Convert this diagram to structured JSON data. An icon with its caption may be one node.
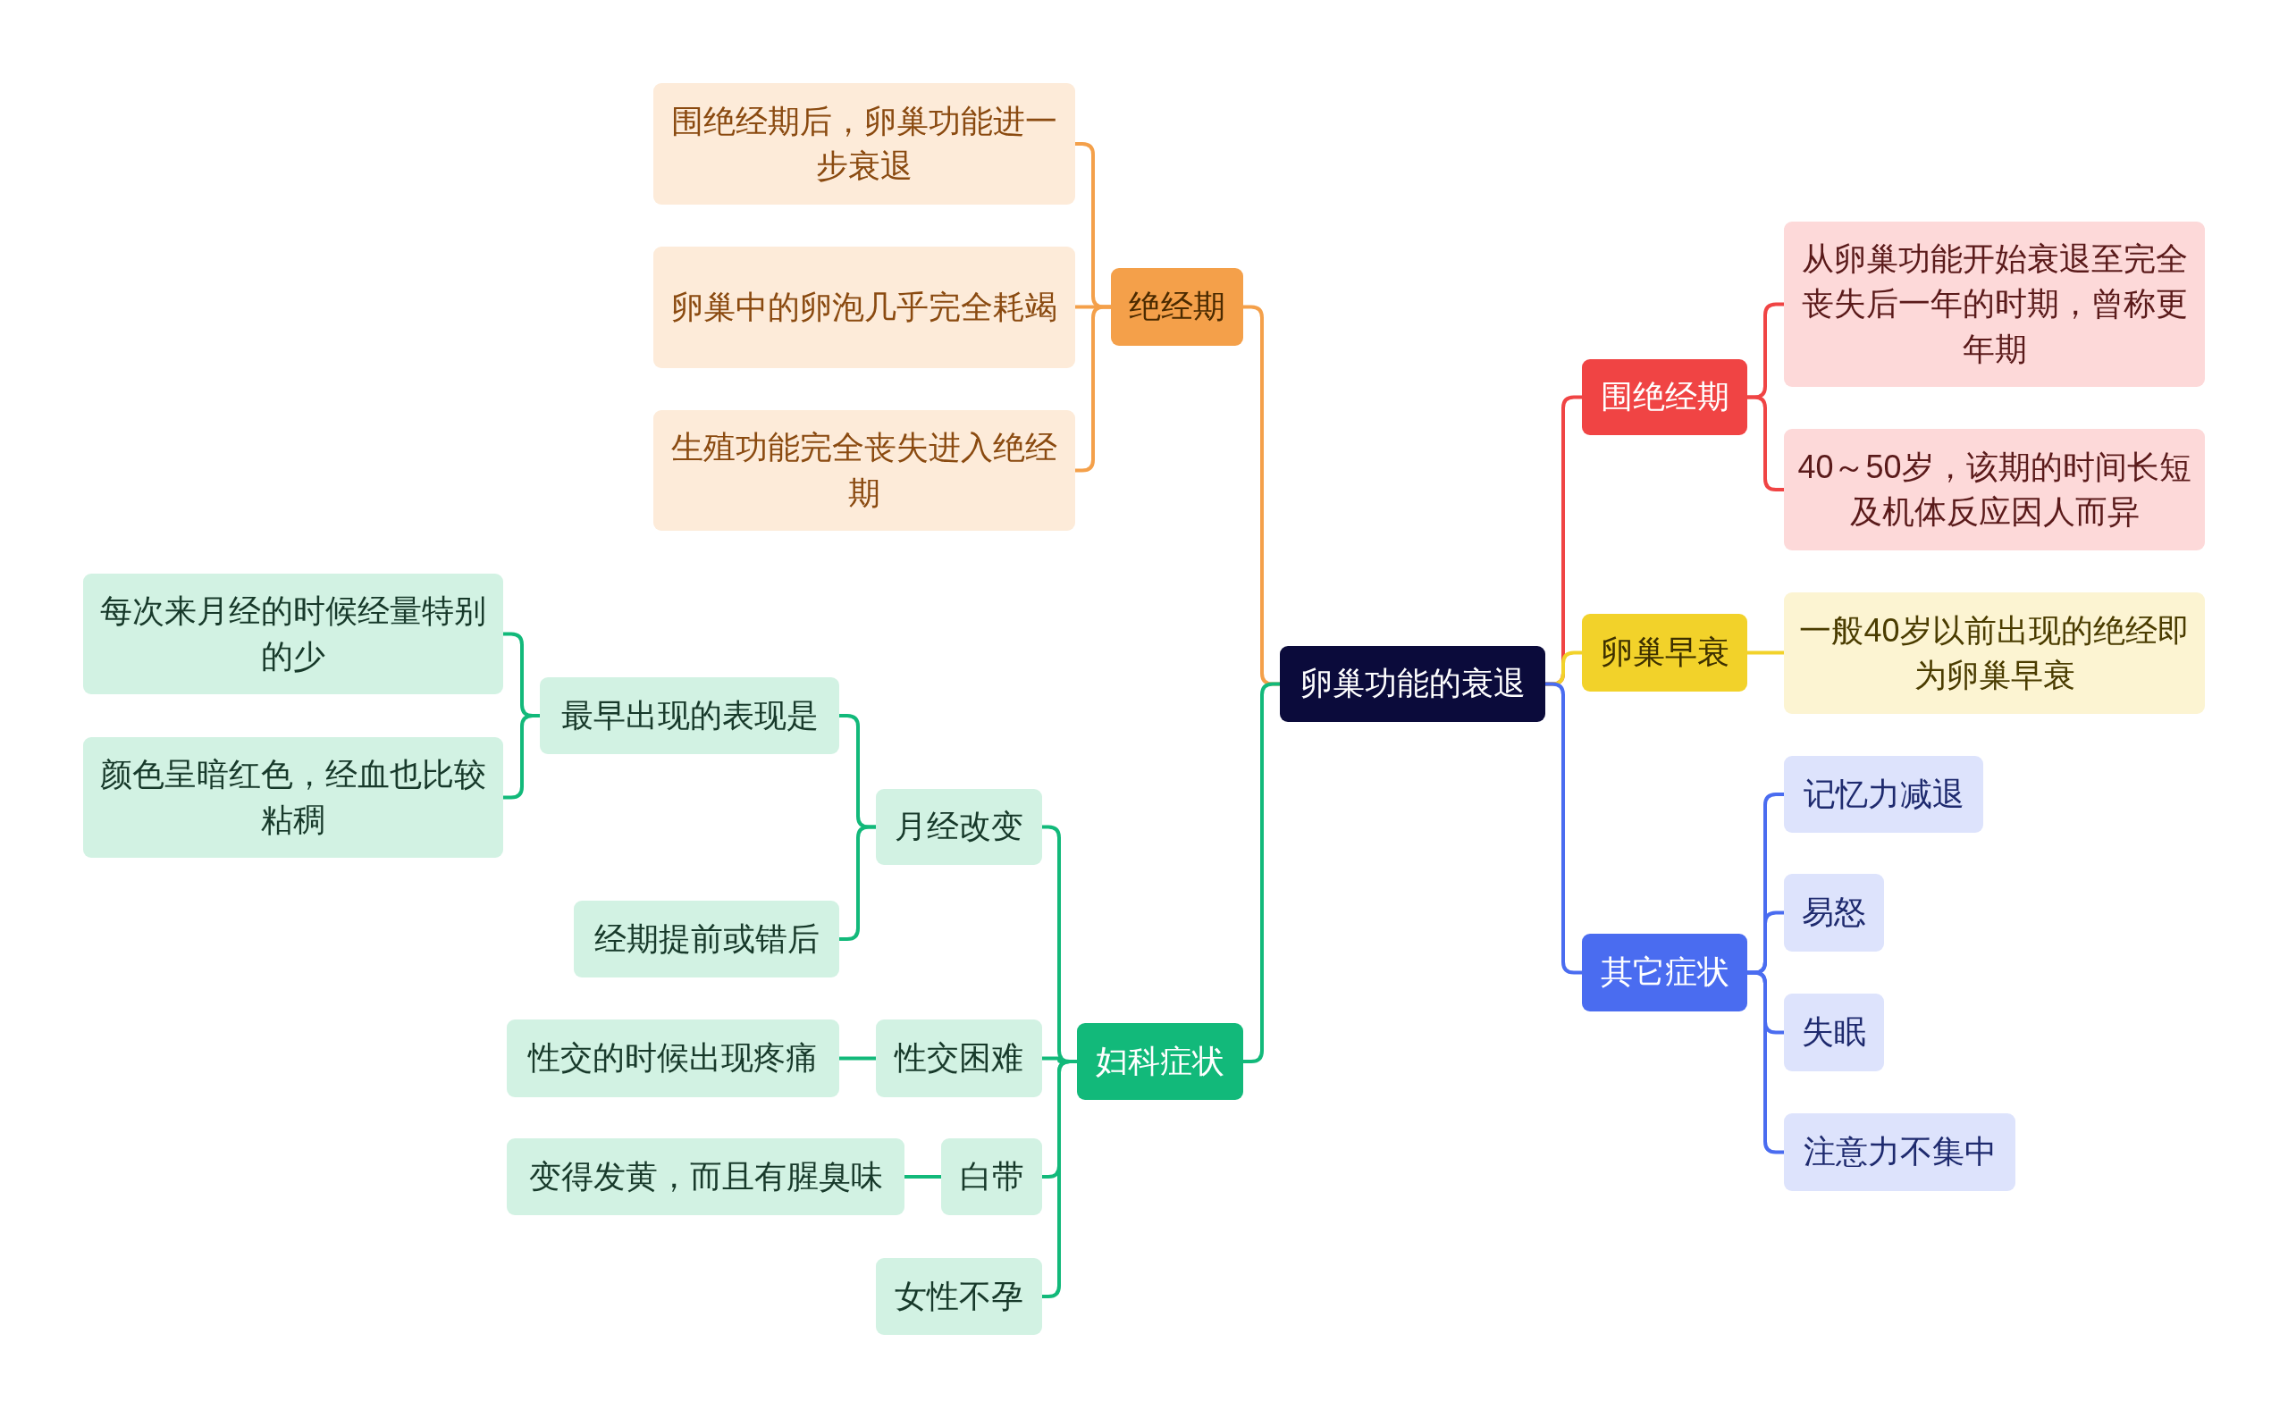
{
  "diagram": {
    "nodes": [
      {
        "text": [
          "卵巢功能的衰退"
        ]
      },
      {
        "text": [
          "绝经期"
        ]
      },
      {
        "text": [
          "围绝经期后，卵巢功能进一步衰退"
        ]
      },
      {
        "text": [
          "卵巢中的卵泡几乎完全耗竭"
        ]
      },
      {
        "text": [
          "生殖功能完全丧失进入绝经期"
        ]
      },
      {
        "text": [
          "妇科症状"
        ]
      },
      {
        "text": [
          "月经改变"
        ]
      },
      {
        "text": [
          "最早出现的表现是"
        ]
      },
      {
        "text": [
          "每次来月经的时候经量特别的少"
        ]
      },
      {
        "text": [
          "颜色呈暗红色，经血也比较粘稠"
        ]
      },
      {
        "text": [
          "经期提前或错后"
        ]
      },
      {
        "text": [
          "性交困难"
        ]
      },
      {
        "text": [
          "性交的时候出现疼痛"
        ]
      },
      {
        "text": [
          "白带"
        ]
      },
      {
        "text": [
          "变得发黄，而且有腥臭味"
        ]
      },
      {
        "text": [
          "女性不孕"
        ]
      },
      {
        "text": [
          "围绝经期"
        ]
      },
      {
        "text": [
          "从卵巢功能开始衰退至完全丧失后一年的时期，曾称更年期"
        ]
      },
      {
        "text": [
          "40～50岁，该期的时间长短及机体反应因人而异"
        ]
      },
      {
        "text": [
          "卵巢早衰"
        ]
      },
      {
        "text": [
          "一般40岁以前出现的绝经即为卵巢早衰"
        ]
      },
      {
        "text": [
          "其它症状"
        ]
      },
      {
        "text": [
          "记忆力减退"
        ]
      },
      {
        "text": [
          "易怒"
        ]
      },
      {
        "text": [
          "失眠"
        ]
      },
      {
        "text": [
          "注意力不集中"
        ]
      }
    ],
    "edges": [
      {
        "from": 0,
        "to": 1,
        "arrow": "none",
        "color": "#f4a04a"
      },
      {
        "from": 1,
        "to": 2,
        "arrow": "none",
        "color": "#f4a04a"
      },
      {
        "from": 1,
        "to": 3,
        "arrow": "none",
        "color": "#f4a04a"
      },
      {
        "from": 1,
        "to": 4,
        "arrow": "none",
        "color": "#f4a04a"
      },
      {
        "from": 0,
        "to": 5,
        "arrow": "none"
      },
      {
        "from": 5,
        "to": 6,
        "arrow": "none"
      },
      {
        "from": 6,
        "to": 7,
        "arrow": "none"
      },
      {
        "from": 7,
        "to": 8,
        "arrow": "none"
      },
      {
        "from": 7,
        "to": 9,
        "arrow": "none"
      },
      {
        "from": 6,
        "to": 10,
        "arrow": "none"
      },
      {
        "from": 5,
        "to": 11,
        "arrow": "none"
      },
      {
        "from": 11,
        "to": 12,
        "arrow": "none"
      },
      {
        "from": 5,
        "to": 13,
        "arrow": "none"
      },
      {
        "from": 13,
        "to": 14,
        "arrow": "none"
      },
      {
        "from": 5,
        "to": 15,
        "arrow": "none"
      },
      {
        "from": 0,
        "to": 16,
        "arrow": "none",
        "color": "#f04444"
      },
      {
        "from": 16,
        "to": 17,
        "arrow": "none",
        "color": "#f04444"
      },
      {
        "from": 16,
        "to": 18,
        "arrow": "none",
        "color": "#f04444"
      },
      {
        "from": 0,
        "to": 19,
        "arrow": "none",
        "color": "#f2d22a"
      },
      {
        "from": 19,
        "to": 20,
        "arrow": "none",
        "color": "#f2d22a"
      },
      {
        "from": 0,
        "to": 21,
        "arrow": "none",
        "color": "#4a6cf0"
      },
      {
        "from": 21,
        "to": 22,
        "arrow": "none",
        "color": "#4a6cf0"
      },
      {
        "from": 21,
        "to": 23,
        "arrow": "none",
        "color": "#4a6cf0"
      },
      {
        "from": 21,
        "to": 24,
        "arrow": "none",
        "color": "#4a6cf0"
      },
      {
        "from": 21,
        "to": 25,
        "arrow": "none",
        "color": "#4a6cf0"
      }
    ]
  }
}
